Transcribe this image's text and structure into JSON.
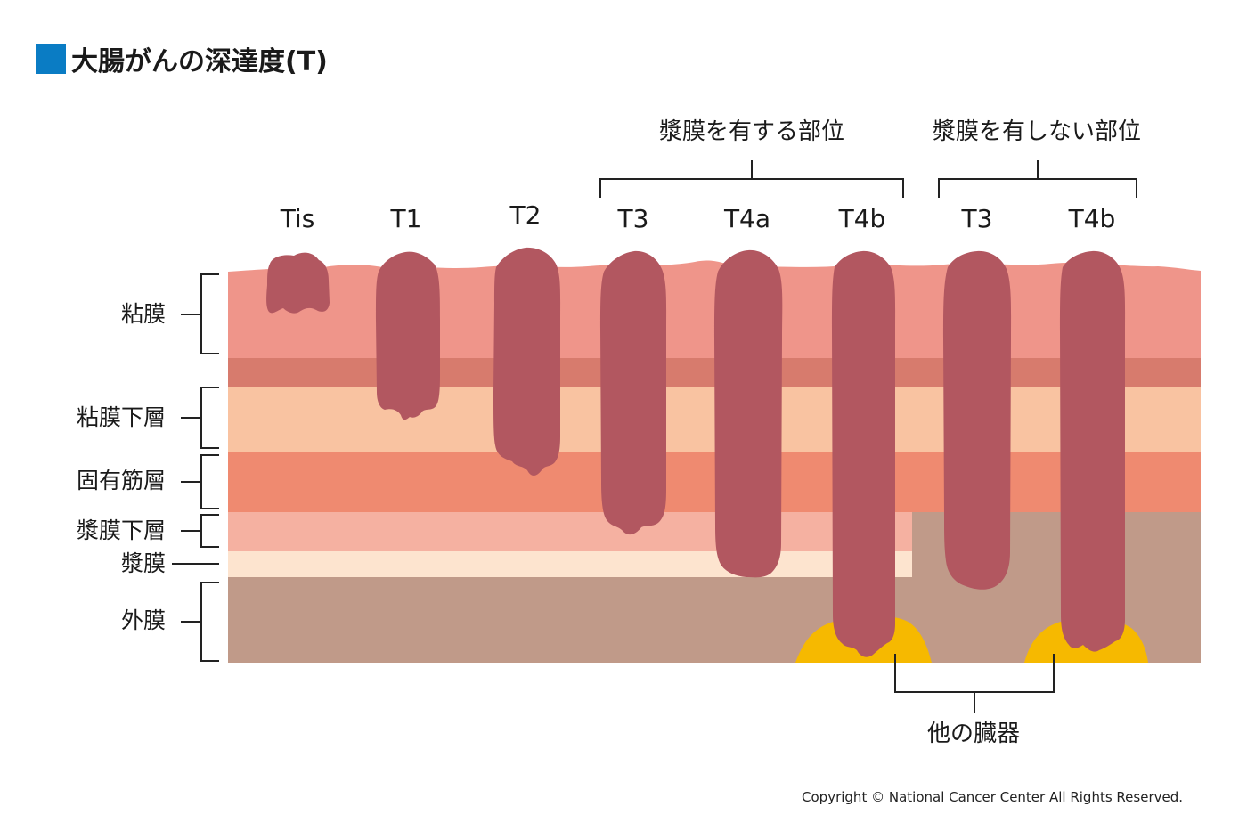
{
  "title": "大腸がんの深達度(T)",
  "copyright": "Copyright © National Cancer Center All Rights Reserved.",
  "groups": [
    {
      "label": "漿膜を有する部位"
    },
    {
      "label": "漿膜を有しない部位"
    }
  ],
  "stages": [
    {
      "label": "Tis",
      "depth": "粘膜"
    },
    {
      "label": "T1",
      "depth": "粘膜下層"
    },
    {
      "label": "T2",
      "depth": "固有筋層"
    },
    {
      "label": "T3",
      "depth": "漿膜下層"
    },
    {
      "label": "T4a",
      "depth": "漿膜"
    },
    {
      "label": "T4b",
      "depth": "他の臓器"
    },
    {
      "label": "T3",
      "depth": "外膜"
    },
    {
      "label": "T4b",
      "depth": "他の臓器"
    }
  ],
  "layers": [
    {
      "label": "粘膜"
    },
    {
      "label": "粘膜下層"
    },
    {
      "label": "固有筋層"
    },
    {
      "label": "漿膜下層"
    },
    {
      "label": "漿膜"
    },
    {
      "label": "外膜"
    }
  ],
  "other_organ_label": "他の臓器",
  "colors": {
    "title_square": "#0a7cc4",
    "mucosa": "#ef958a",
    "muscularis_mucosae": "#d77b6d",
    "submucosa": "#f9c3a1",
    "muscularis_propria": "#ef8a70",
    "subserosa": "#f5b1a1",
    "serosa": "#fde4cf",
    "adventitia": "#c09a89",
    "tumor": "#b25760",
    "other_organ": "#f6b900",
    "bracket": "#222222"
  }
}
